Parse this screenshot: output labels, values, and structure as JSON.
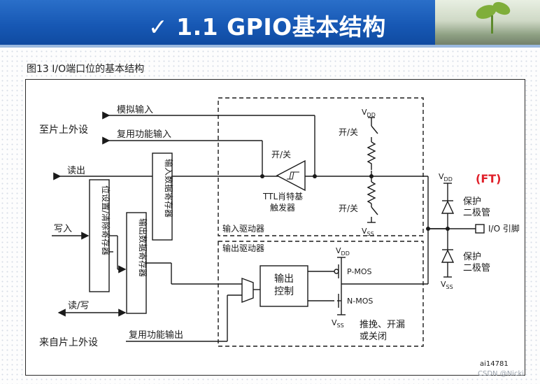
{
  "header": {
    "title": "✓ 1.1  GPIO基本结构"
  },
  "figure": {
    "label": "图13        I/O端口位的基本结构",
    "code": "ai14781"
  },
  "labels": {
    "to_peripheral": "至片上外设",
    "from_peripheral": "来自片上外设",
    "analog_in": "模拟输入",
    "alt_in": "复用功能输入",
    "read_out": "读出",
    "write_in": "写入",
    "read_write": "读/写",
    "alt_out": "复用功能输出",
    "input_data_reg": "输入数据寄存器",
    "bsrr_reg": "位设置/清除寄存器",
    "output_data_reg": "输出数据寄存器",
    "input_driver": "输入驱动器",
    "output_driver": "输出驱动器",
    "switch_top": "开/关",
    "switch_mid": "开/关",
    "switch_bot": "开/关",
    "ttl_1": "TTL肖特基",
    "ttl_2": "触发器",
    "vdd": "V",
    "vdd_sub": "DD",
    "vss": "V",
    "vss_sub": "SS",
    "ft": "(FT)",
    "protect_1": "保护",
    "protect_2": "二极管",
    "io_pin": "I/O 引脚",
    "out_ctrl_1": "输出",
    "out_ctrl_2": "控制",
    "pmos": "P-MOS",
    "nmos": "N-MOS",
    "mode_1": "推挽、开漏",
    "mode_2": "或关闭"
  },
  "colors": {
    "header": "#1758b4",
    "ft": "#e0202a",
    "line": "#1a1a1a"
  },
  "watermark": "CSDN @Nicki"
}
